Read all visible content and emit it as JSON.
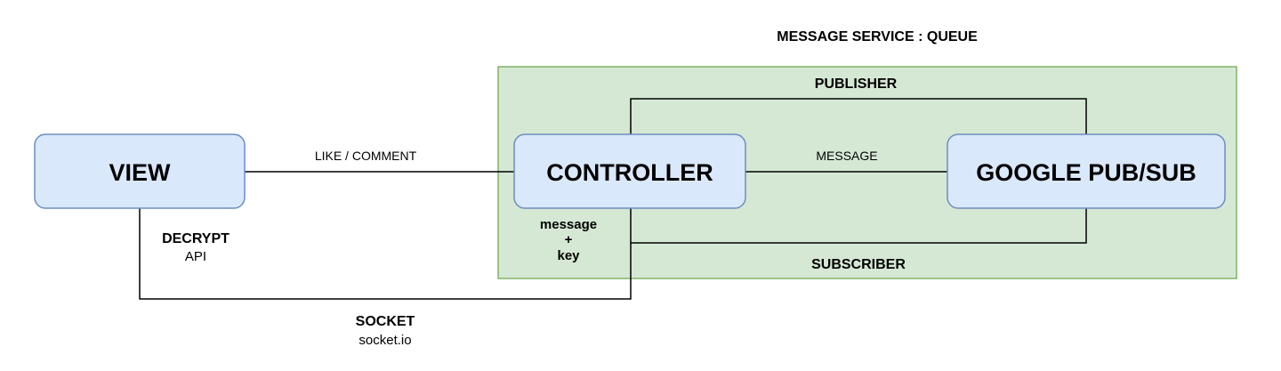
{
  "colors": {
    "container_fill": "#d5e8d4",
    "container_stroke": "#82b366",
    "node_fill": "#dae8fc",
    "node_stroke": "#6c8ebf",
    "edge": "#000000"
  },
  "container": {
    "title": "MESSAGE SERVICE : QUEUE"
  },
  "nodes": {
    "view": "VIEW",
    "controller": "CONTROLLER",
    "pubsub": "GOOGLE PUB/SUB"
  },
  "edges": {
    "like_comment": "LIKE / COMMENT",
    "message": "MESSAGE",
    "publisher": "PUBLISHER",
    "subscriber": "SUBSCRIBER",
    "decrypt": "DECRYPT",
    "api": "API",
    "payload_line1": "message",
    "payload_plus": "+",
    "payload_line2": "key",
    "socket": "SOCKET",
    "socket_io": "socket.io"
  }
}
